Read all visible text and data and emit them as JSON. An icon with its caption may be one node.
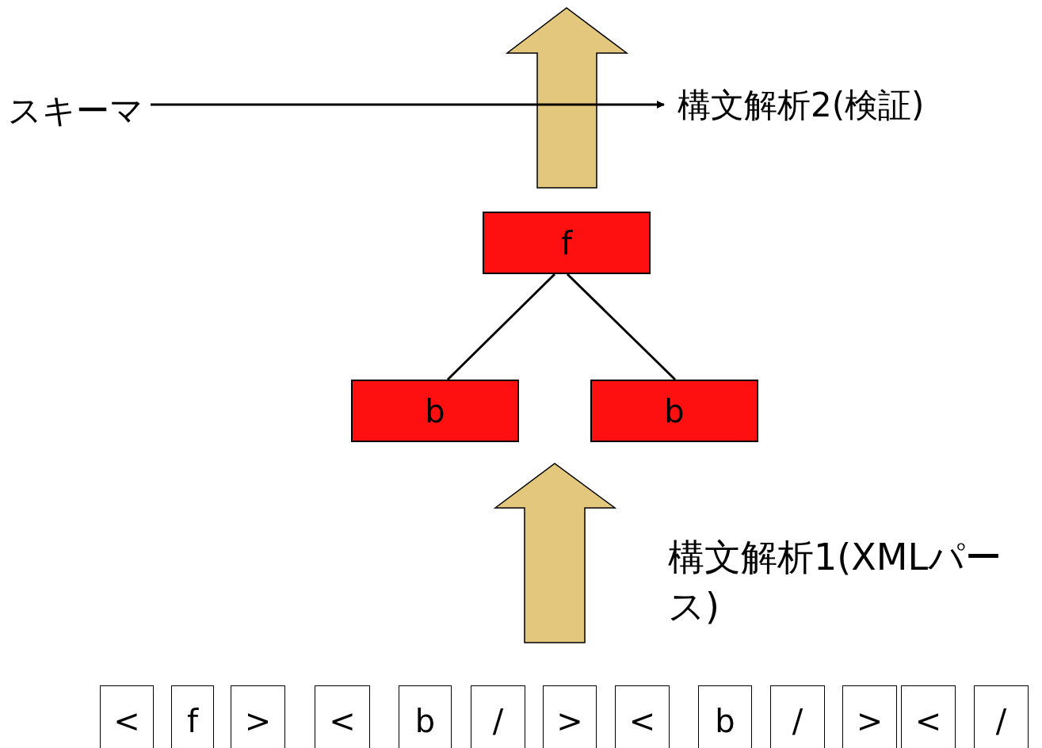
{
  "diagram": {
    "nodes": [
      {
        "text": [
          "f"
        ]
      },
      {
        "text": [
          "b"
        ]
      },
      {
        "text": [
          "b"
        ]
      },
      {
        "text": [
          "スキーマ"
        ]
      },
      {
        "text": [
          "構文解析2(検証)"
        ]
      },
      {
        "text": [
          "<"
        ]
      },
      {
        "text": [
          "f"
        ]
      },
      {
        "text": [
          ">"
        ]
      },
      {
        "text": [
          "<"
        ]
      },
      {
        "text": [
          "b"
        ]
      },
      {
        "text": [
          "/"
        ]
      },
      {
        "text": [
          ">"
        ]
      },
      {
        "text": [
          "<"
        ]
      },
      {
        "text": [
          "b"
        ]
      },
      {
        "text": [
          "/"
        ]
      },
      {
        "text": [
          ">"
        ]
      },
      {
        "text": [
          "<"
        ]
      },
      {
        "text": [
          "/"
        ]
      }
    ],
    "edges": [
      {
        "from": 0,
        "to": 1,
        "arrow": "none"
      },
      {
        "from": 0,
        "to": 2,
        "arrow": "none"
      },
      {
        "from": 3,
        "to": 4,
        "arrow": "to"
      }
    ],
    "labels": [
      "構文解析1(XMLパース)"
    ]
  }
}
